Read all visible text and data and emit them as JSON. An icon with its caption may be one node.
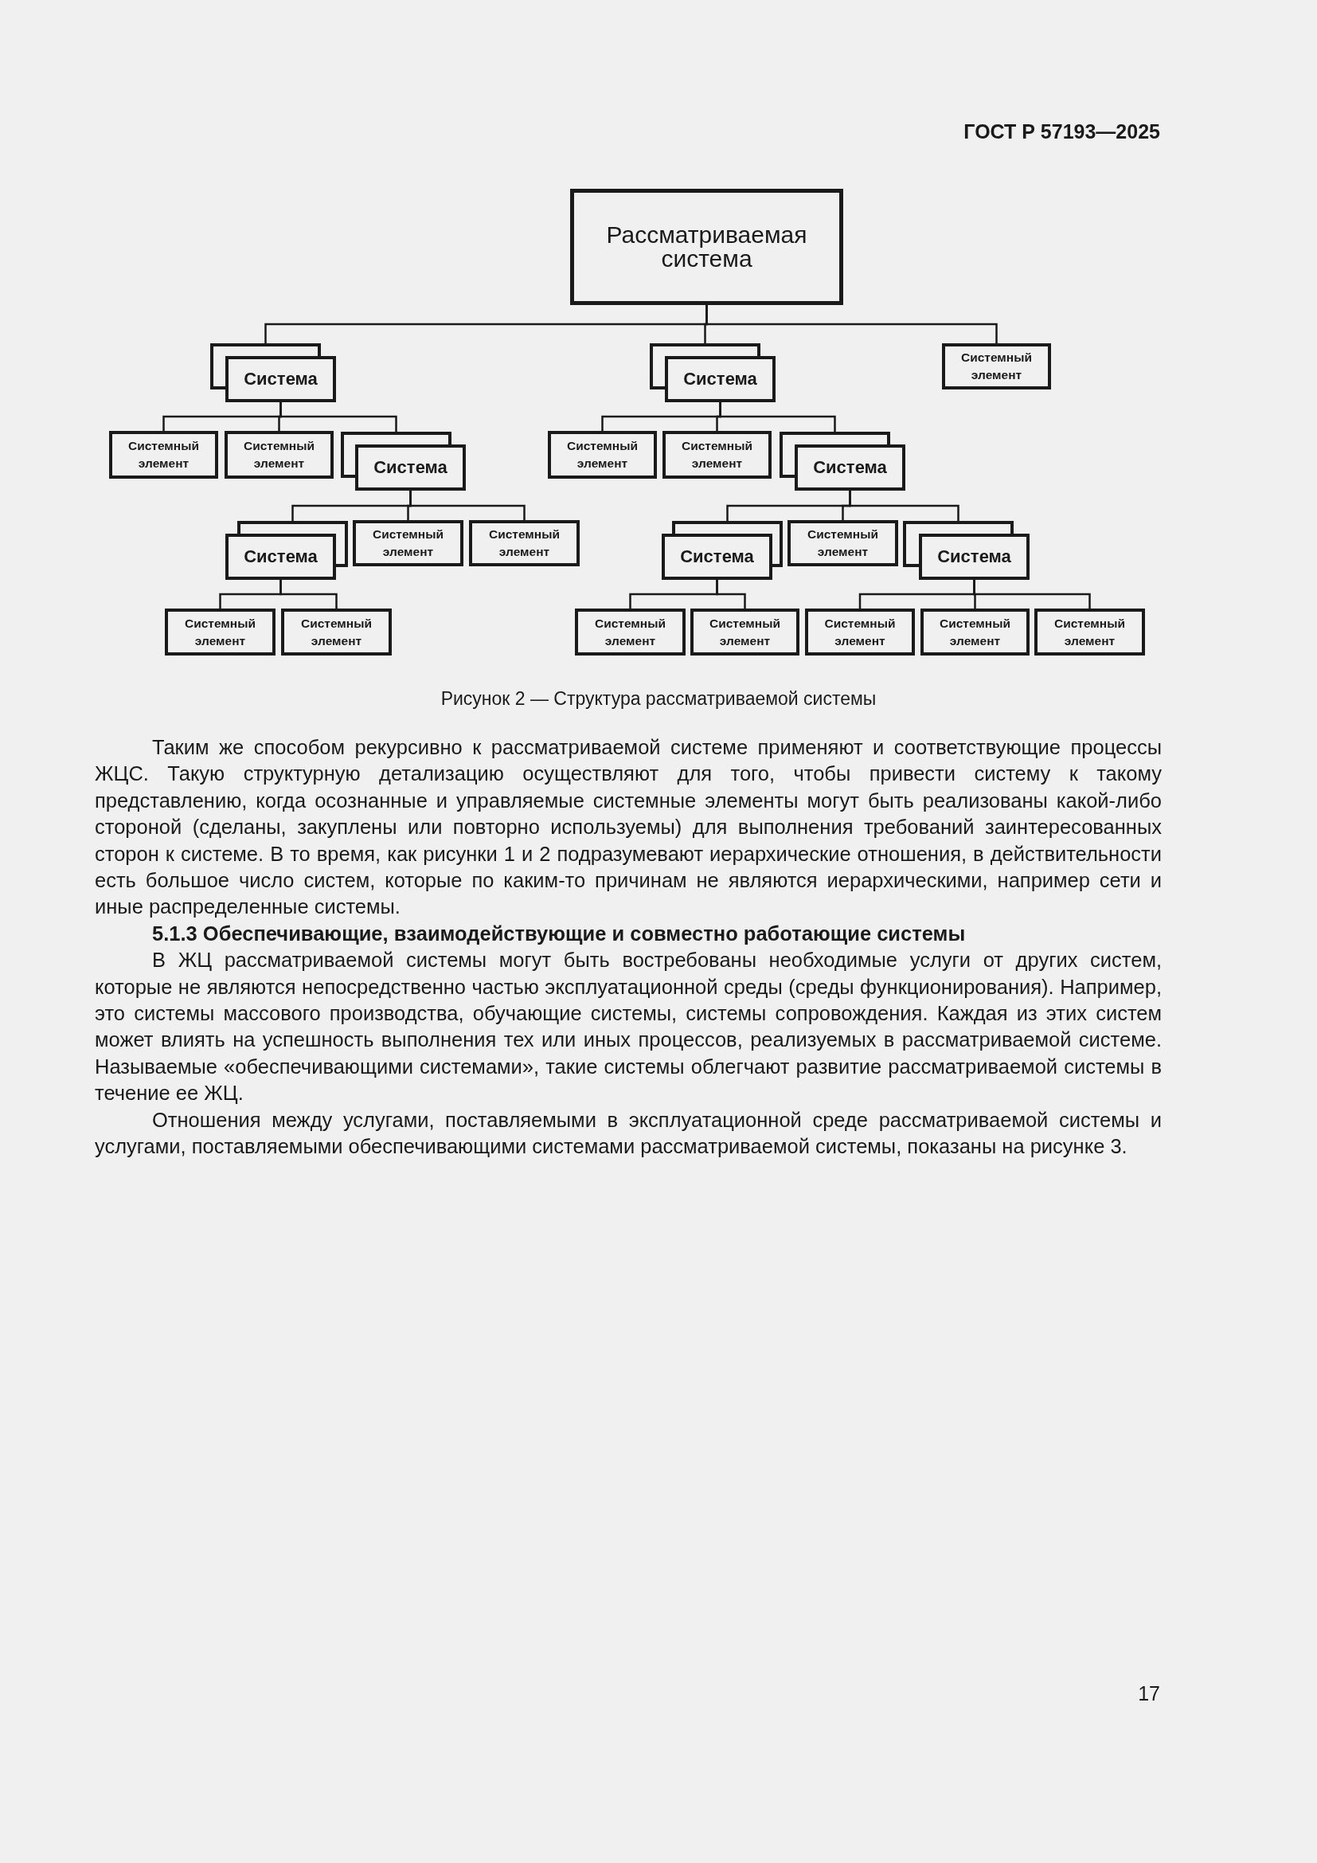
{
  "diagram": {
    "caption": "Рисунок 2 — Структура рассматриваемой системы",
    "nodes": [
      {
        "text": [
          "Рассматриваемая система"
        ]
      },
      {
        "text": [
          "Система"
        ]
      },
      {
        "text": [
          "Система"
        ]
      },
      {
        "text": [
          "Системный элемент"
        ]
      },
      {
        "text": [
          "Системный элемент"
        ]
      },
      {
        "text": [
          "Системный элемент"
        ]
      },
      {
        "text": [
          "Система"
        ]
      },
      {
        "text": [
          "Системный элемент"
        ]
      },
      {
        "text": [
          "Системный элемент"
        ]
      },
      {
        "text": [
          "Система"
        ]
      },
      {
        "text": [
          "Система"
        ]
      },
      {
        "text": [
          "Системный элемент"
        ]
      },
      {
        "text": [
          "Системный элемент"
        ]
      },
      {
        "text": [
          "Система"
        ]
      },
      {
        "text": [
          "Системный элемент"
        ]
      },
      {
        "text": [
          "Система"
        ]
      },
      {
        "text": [
          "Системный элемент"
        ]
      },
      {
        "text": [
          "Системный элемент"
        ]
      },
      {
        "text": [
          "Системный элемент"
        ]
      },
      {
        "text": [
          "Системный элемент"
        ]
      },
      {
        "text": [
          "Системный элемент"
        ]
      },
      {
        "text": [
          "Системный элемент"
        ]
      },
      {
        "text": [
          "Системный элемент"
        ]
      }
    ],
    "edges": [
      {
        "from": 0,
        "to": 1,
        "arrow": "none"
      },
      {
        "from": 0,
        "to": 2,
        "arrow": "none"
      },
      {
        "from": 0,
        "to": 3,
        "arrow": "none"
      },
      {
        "from": 1,
        "to": 4,
        "arrow": "none"
      },
      {
        "from": 1,
        "to": 5,
        "arrow": "none"
      },
      {
        "from": 1,
        "to": 6,
        "arrow": "none"
      },
      {
        "from": 2,
        "to": 7,
        "arrow": "none"
      },
      {
        "from": 2,
        "to": 8,
        "arrow": "none"
      },
      {
        "from": 2,
        "to": 9,
        "arrow": "none"
      },
      {
        "from": 6,
        "to": 10,
        "arrow": "none"
      },
      {
        "from": 6,
        "to": 11,
        "arrow": "none"
      },
      {
        "from": 6,
        "to": 12,
        "arrow": "none"
      },
      {
        "from": 9,
        "to": 13,
        "arrow": "none"
      },
      {
        "from": 9,
        "to": 14,
        "arrow": "none"
      },
      {
        "from": 9,
        "to": 15,
        "arrow": "none"
      },
      {
        "from": 10,
        "to": 16,
        "arrow": "none"
      },
      {
        "from": 10,
        "to": 17,
        "arrow": "none"
      },
      {
        "from": 13,
        "to": 18,
        "arrow": "none"
      },
      {
        "from": 13,
        "to": 19,
        "arrow": "none"
      },
      {
        "from": 15,
        "to": 20,
        "arrow": "none"
      },
      {
        "from": 15,
        "to": 21,
        "arrow": "none"
      },
      {
        "from": 15,
        "to": 22,
        "arrow": "none"
      }
    ],
    "labels": [
      "ГОСТ Р 57193—2025",
      "Таким же способом рекурсивно к рассматриваемой системе применяют и соответствующие процессы ЖЦС. Такую структурную детализацию осуществляют для того, чтобы привести систему к такому представлению, когда осознанные и управляемые системные элементы могут быть реализованы какой-либо стороной (сделаны, закуплены или повторно используемы) для выполнения требований заинтересованных сторон к системе. В то время, как рисунки 1 и 2 подразумевают иерархические отношения, в действительности есть большое число систем, которые по каким-то причинам не являются иерархическими, например сети и иные распределенные системы.",
      "5.1.3 Обеспечивающие, взаимодействующие и совместно работающие системы",
      "В ЖЦ рассматриваемой системы могут быть востребованы необходимые услуги от других систем, которые не являются непосредственно частью эксплуатационной среды (среды функционирования). Например, это системы массового производства, обучающие системы, системы сопровождения. Каждая из этих систем может влиять на успешность выполнения тех или иных процессов, реализуемых в рассматриваемой системе. Называемые «обеспечивающими системами», такие системы облегчают развитие рассматриваемой системы в течение ее ЖЦ.",
      "Отношения между услугами, поставляемыми в эксплуатационной среде рассматриваемой системы и услугами, поставляемыми обеспечивающими системами рассматриваемой системы, показаны на рисунке 3.",
      "17"
    ]
  }
}
